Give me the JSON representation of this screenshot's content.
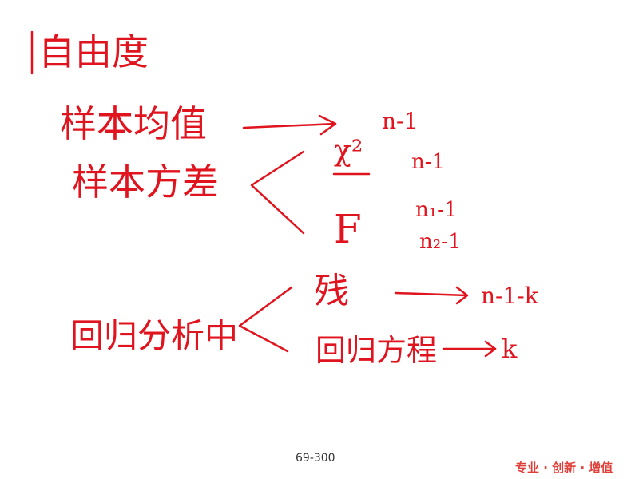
{
  "title": "自由度",
  "sample_mean": {
    "label": "样本均值",
    "df": "n-1"
  },
  "sample_variance": {
    "label": "样本方差",
    "chi_square": {
      "label": "χ²",
      "df": "n-1"
    },
    "f": {
      "label": "F",
      "df1": "n₁-1",
      "df2": "n₂-1"
    }
  },
  "regression": {
    "label": "回归分析中",
    "residual": {
      "label": "残",
      "df": "n-1-k"
    },
    "equation": {
      "label": "回归方程",
      "df": "k"
    }
  },
  "footer": {
    "page": "69-300",
    "slogan": "专业 · 创新 · 增值"
  },
  "colors": {
    "ink": "#e0141e",
    "slogan": "#e0403a"
  }
}
